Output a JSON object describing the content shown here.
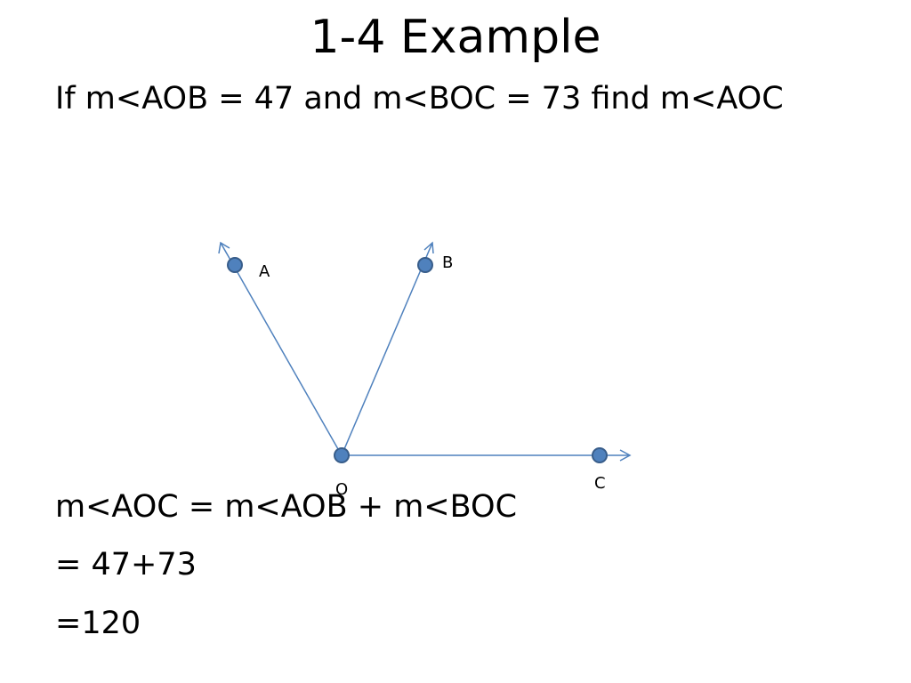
{
  "slide": {
    "title": "1-4 Example",
    "question": "If m<AOB = 47 and m<BOC = 73 find m<AOC",
    "steps": [
      "m<AOC = m<AOB + m<BOC",
      "= 47+73",
      "=120"
    ]
  },
  "diagram": {
    "points": [
      {
        "label": "A"
      },
      {
        "label": "B"
      },
      {
        "label": "O"
      },
      {
        "label": "C"
      }
    ],
    "colors": {
      "ray": "#4f81bd",
      "point_fill": "#4f81bd",
      "point_stroke": "#385d8a"
    }
  }
}
